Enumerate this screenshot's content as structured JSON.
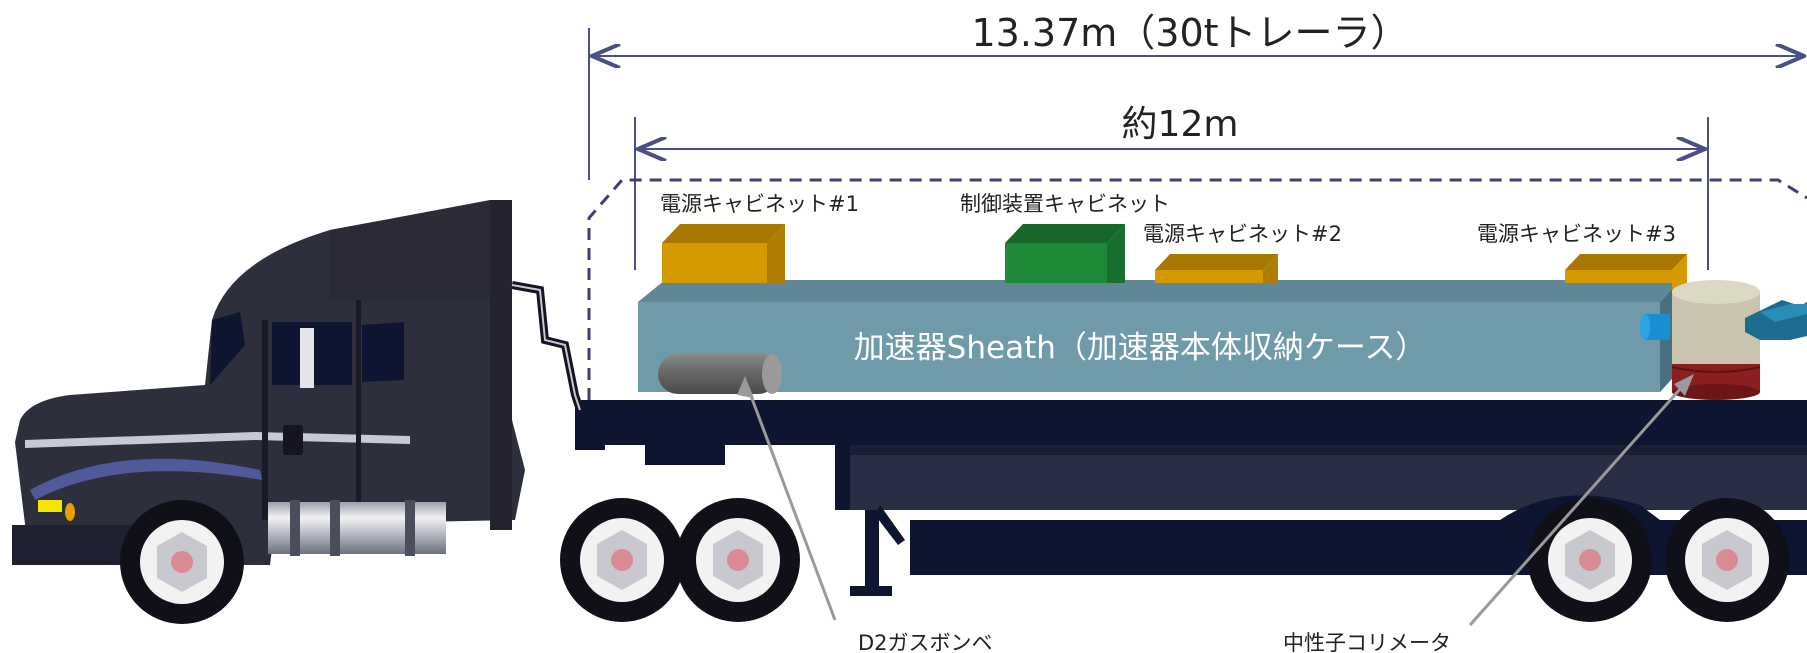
{
  "dimensions": {
    "total_length": "13.37m（30tトレーラ）",
    "accelerator_length": "約12m"
  },
  "cabinets": {
    "power1": "電源キャビネット#1",
    "control": "制御装置キャビネット",
    "power2": "電源キャビネット#2",
    "power3": "電源キャビネット#3"
  },
  "sheath": {
    "label": "加速器Sheath（加速器本体収納ケース）"
  },
  "callouts": {
    "gas_cylinder": "D2ガスボンベ",
    "collimator": "中性子コリメータ"
  },
  "colors": {
    "truck_body": "#2e2f3d",
    "trailer": "#0e1530",
    "sheath": "#6f9aa9",
    "cabinet_gold": "#d49a00",
    "cabinet_green": "#1e8a38",
    "dimension_line": "#4a4f86"
  }
}
